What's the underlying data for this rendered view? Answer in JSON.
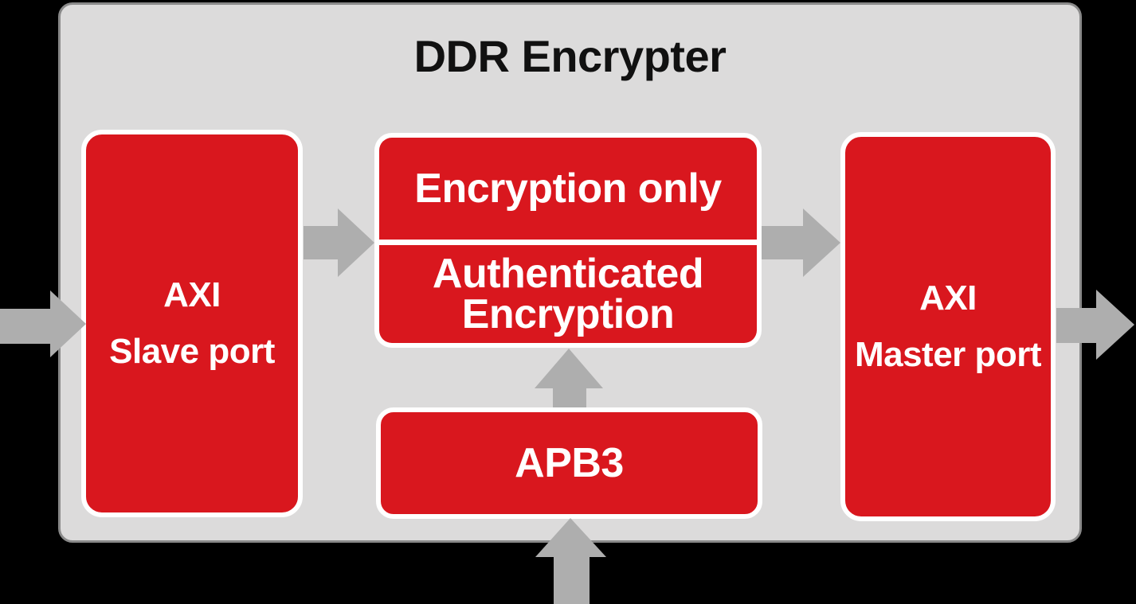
{
  "diagram": {
    "title": "DDR Encrypter",
    "blocks": {
      "axi_slave": {
        "line1": "AXI",
        "line2": "Slave port"
      },
      "encryption_only": {
        "label": "Encryption only"
      },
      "authenticated_encryption": {
        "line1": "Authenticated",
        "line2": "Encryption"
      },
      "apb3": {
        "label": "APB3"
      },
      "axi_master": {
        "line1": "AXI",
        "line2": "Master port"
      }
    },
    "arrows": [
      {
        "name": "external-to-axi-slave",
        "direction": "right"
      },
      {
        "name": "axi-slave-to-encryption-block",
        "direction": "right"
      },
      {
        "name": "encryption-block-to-axi-master",
        "direction": "right"
      },
      {
        "name": "axi-master-to-external",
        "direction": "right"
      },
      {
        "name": "apb3-to-authenticated-encryption",
        "direction": "up"
      },
      {
        "name": "external-to-apb3",
        "direction": "up"
      }
    ],
    "colors": {
      "block_red": "#d9171e",
      "block_border_white": "#ffffff",
      "label_white": "#ffffff",
      "arrow_gray": "#aeaeae",
      "panel_gray": "#dcdbdb",
      "panel_border_gray": "#8a8a8a",
      "title_black": "#111111",
      "background_black": "#000000"
    }
  }
}
